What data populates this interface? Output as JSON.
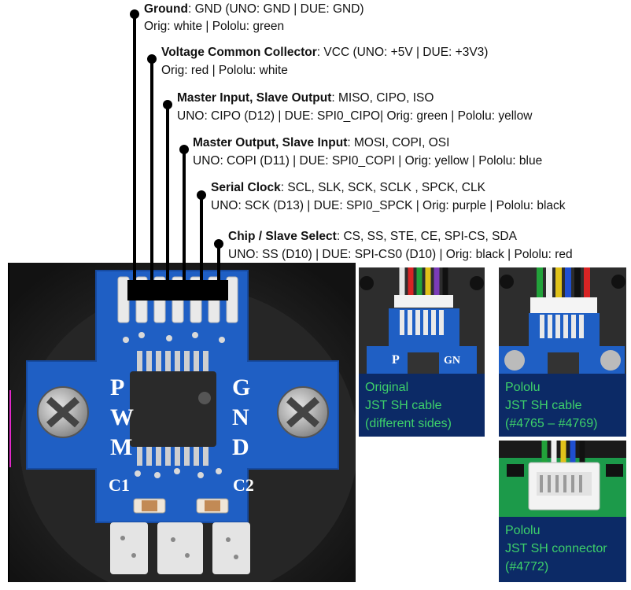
{
  "pins": [
    {
      "name": "Ground",
      "detail": ": GND (UNO: GND | DUE: GND)",
      "line2": "Orig: white | Pololu: green"
    },
    {
      "name": "Voltage Common Collector",
      "detail": ": VCC (UNO: +5V  | DUE: +3V3)",
      "line2": "Orig: red | Pololu: white"
    },
    {
      "name": "Master Input, Slave Output",
      "detail": ": MISO, CIPO, ISO",
      "line2": "UNO: CIPO (D12) | DUE: SPI0_CIPO| Orig: green | Pololu: yellow"
    },
    {
      "name": "Master Output, Slave Input",
      "detail": ": MOSI, COPI, OSI",
      "line2": "UNO: COPI (D11) | DUE: SPI0_COPI | Orig: yellow | Pololu: blue"
    },
    {
      "name": "Serial Clock",
      "detail": ": SCL, SLK, SCK, SCLK , SPCK, CLK",
      "line2": "UNO: SCK (D13) | DUE: SPI0_SPCK | Orig: purple | Pololu: black"
    },
    {
      "name": "Chip / Slave Select",
      "detail": ": CS, SS, STE, CE, SPI-CS, SDA",
      "line2": "UNO: SS (D10) | DUE: SPI-CS0 (D10) | Orig: black | Pololu: red"
    }
  ],
  "board_silkscreen": {
    "left": "PWM",
    "right": "GND",
    "c1": "C1",
    "c2": "C2",
    "small_right": "GN",
    "small_left": "P"
  },
  "captions": {
    "original": [
      "Original",
      "JST SH cable",
      "(different sides)"
    ],
    "pololu_cable": [
      "Pololu",
      "JST SH cable",
      " (#4765 – #4769)"
    ],
    "pololu_connector": [
      "Pololu",
      "JST SH connector",
      " (#4772)"
    ]
  },
  "colors": {
    "pcb_blue": "#1f5fc4",
    "caption_bg": "#0c2a66",
    "caption_text": "#3dd06a"
  }
}
